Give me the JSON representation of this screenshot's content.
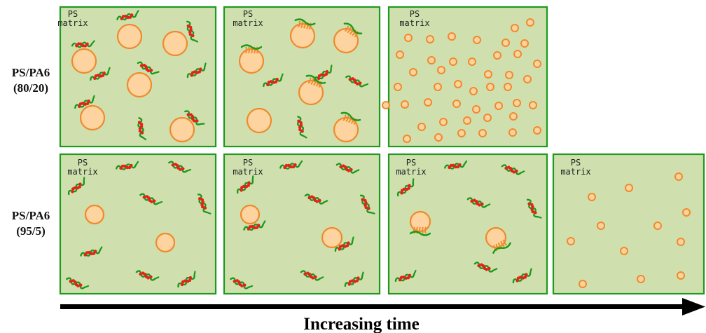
{
  "rows": [
    {
      "label_line1": "PS/PA6",
      "label_line2": "(80/20)"
    },
    {
      "label_line1": "PS/PA6",
      "label_line2": "(95/5)"
    }
  ],
  "matrix_label_line1": "PS",
  "matrix_label_line2": "matrix",
  "time_axis_label": "Increasing time",
  "colors": {
    "panel_fill": "#cfe0ae",
    "panel_border": "#1f9a1f",
    "droplet_fill": "#fdd3a0",
    "droplet_border": "#f08a2c",
    "chain_green": "#1a9a1a",
    "chain_red": "#e8201a",
    "arrow": "#000000"
  },
  "panels": [
    {
      "row": 1,
      "stage": 1
    },
    {
      "row": 1,
      "stage": 2
    },
    {
      "row": 1,
      "stage": 3
    },
    {
      "row": 2,
      "stage": 1
    },
    {
      "row": 2,
      "stage": 2
    },
    {
      "row": 2,
      "stage": 3
    },
    {
      "row": 2,
      "stage": 4
    }
  ]
}
